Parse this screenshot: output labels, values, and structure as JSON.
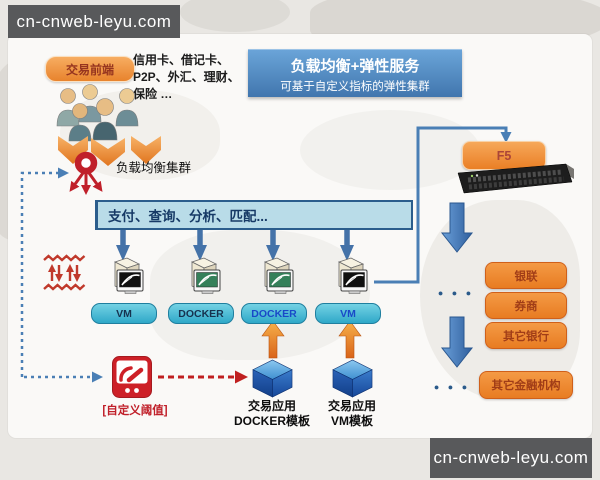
{
  "watermark": {
    "text": "cn-cnweb-leyu.com"
  },
  "frontend": {
    "label": "交易前端"
  },
  "products": {
    "line1": "信用卡、借记卡、",
    "line2": "P2P、外汇、理财、",
    "line3": "保险 …"
  },
  "banner": {
    "line1": "负载均衡+弹性服务",
    "line2": "可基于自定义指标的弹性集群"
  },
  "load_balancer": {
    "label": "负载均衡集群"
  },
  "services_bar": {
    "label": "支付、查询、分析、匹配..."
  },
  "nodes": [
    {
      "label": "VM"
    },
    {
      "label": "DOCKER"
    },
    {
      "label": "DOCKER"
    },
    {
      "label": "VM"
    }
  ],
  "templates": [
    {
      "line1": "交易应用",
      "line2": "DOCKER模板"
    },
    {
      "line1": "交易应用",
      "line2": "VM模板"
    }
  ],
  "threshold": {
    "label": "[自定义阈值]"
  },
  "f5": {
    "label": "F5"
  },
  "partners": [
    {
      "label": "银联"
    },
    {
      "label": "券商"
    },
    {
      "label": "其它银行"
    },
    {
      "label": "其它金融机构"
    }
  ],
  "ellipsis": {
    "text": "● ● ●"
  },
  "icons": {
    "user_group": "user-group-icon",
    "funnel_arrows": "orange-chevron-arrows-icon",
    "load_balancer": "load-balancer-icon",
    "server_vm": "server-monitor-vm-icon",
    "server_docker": "server-monitor-docker-icon",
    "template_cube": "template-cube-icon",
    "threshold_gauge": "threshold-gauge-icon",
    "f5_appliance": "f5-appliance-icon",
    "elastic_scale": "elastic-scale-icon"
  },
  "colors": {
    "watermark_bg": "#58595B",
    "banner_blue": "#4176AE",
    "steel_blue": "#4A7FB5",
    "orange": "#E87C22",
    "red": "#C0202A",
    "node_badge_teal": "#2FA8C8",
    "cube_blue": "#1A4F9C"
  }
}
